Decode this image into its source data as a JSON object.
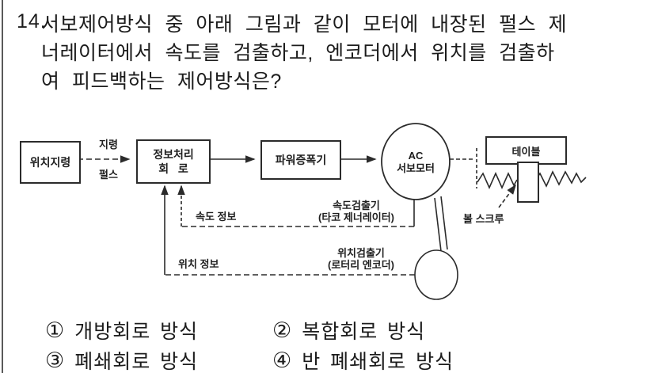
{
  "question": {
    "number": "14.",
    "lines": [
      "서보제어방식 중 아래 그림과 같이 모터에 내장된 펄스 제",
      "너레이터에서 속도를 검출하고, 엔코더에서 위치를 검출하",
      "여 피드백하는 제어방식은?"
    ]
  },
  "diagram": {
    "position_command_box": "위치지령",
    "command_pulse_line1": "지령",
    "command_pulse_line2": "펄스",
    "info_processing_line1": "정보처리",
    "info_processing_line2": "회   로",
    "power_amp_box": "파워증폭기",
    "motor_line1": "AC",
    "motor_line2": "서보모터",
    "table_box": "테이블",
    "ball_screw_label": "볼 스크루",
    "speed_info_label": "속도 정보",
    "speed_detector_line1": "속도검출기",
    "speed_detector_line2": "(타코 제너레이터)",
    "position_info_label": "위치 정보",
    "position_detector_line1": "위치검출기",
    "position_detector_line2": "(로터리 엔코더)"
  },
  "options": [
    {
      "marker": "①",
      "label": "개방회로 방식"
    },
    {
      "marker": "②",
      "label": "복합회로 방식"
    },
    {
      "marker": "③",
      "label": "폐쇄회로 방식"
    },
    {
      "marker": "④",
      "label": "반 폐쇄회로 방식"
    }
  ],
  "colors": {
    "ink": "#1c1c1c",
    "background": "#ffffff"
  }
}
